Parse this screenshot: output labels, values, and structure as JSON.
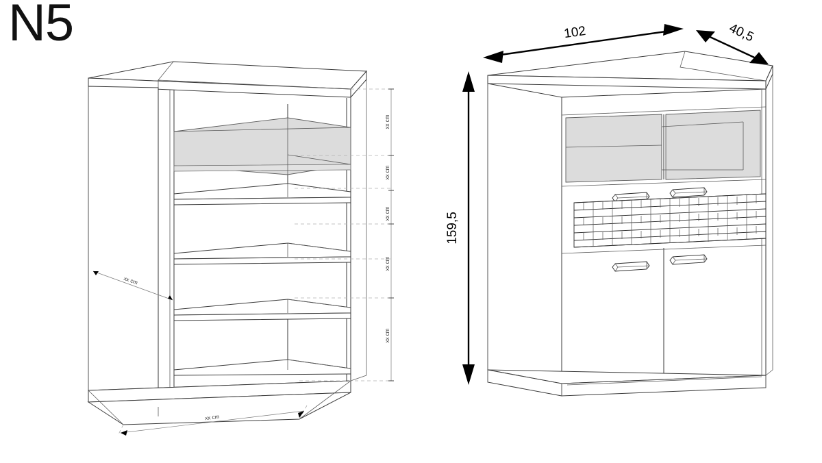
{
  "sheet": {
    "model_title": "N5",
    "background_color": "#ffffff",
    "line_color": "#3a3a3a",
    "glass_color": "#dcdcdc",
    "dimension_color": "#7a7a7a"
  },
  "left_view": {
    "name": "interior-carcass-view",
    "description": "Open carcass isometric showing shelf positions",
    "shelf_count": 4,
    "glass_shelf_index": 1,
    "height_dimensions": [
      {
        "label": "xx cm"
      },
      {
        "label": "xx cm"
      },
      {
        "label": "xx cm"
      },
      {
        "label": "xx cm"
      },
      {
        "label": "xx cm"
      }
    ],
    "depth_dimension": {
      "label": "xx cm"
    },
    "width_dimension": {
      "label": "xx cm"
    }
  },
  "right_view": {
    "name": "assembled-cabinet-view",
    "description": "Assembled cabinet isometric with glass doors, grille band and handles",
    "dimensions": {
      "width": "102",
      "depth": "40,5",
      "height": "159,5"
    },
    "doors": {
      "upper_glass_doors": 2,
      "lower_solid_doors": 2
    },
    "handles": {
      "count": 4,
      "style": "bar-handle"
    },
    "grille": {
      "name": "lattice-grille-band",
      "rows": 6
    }
  }
}
